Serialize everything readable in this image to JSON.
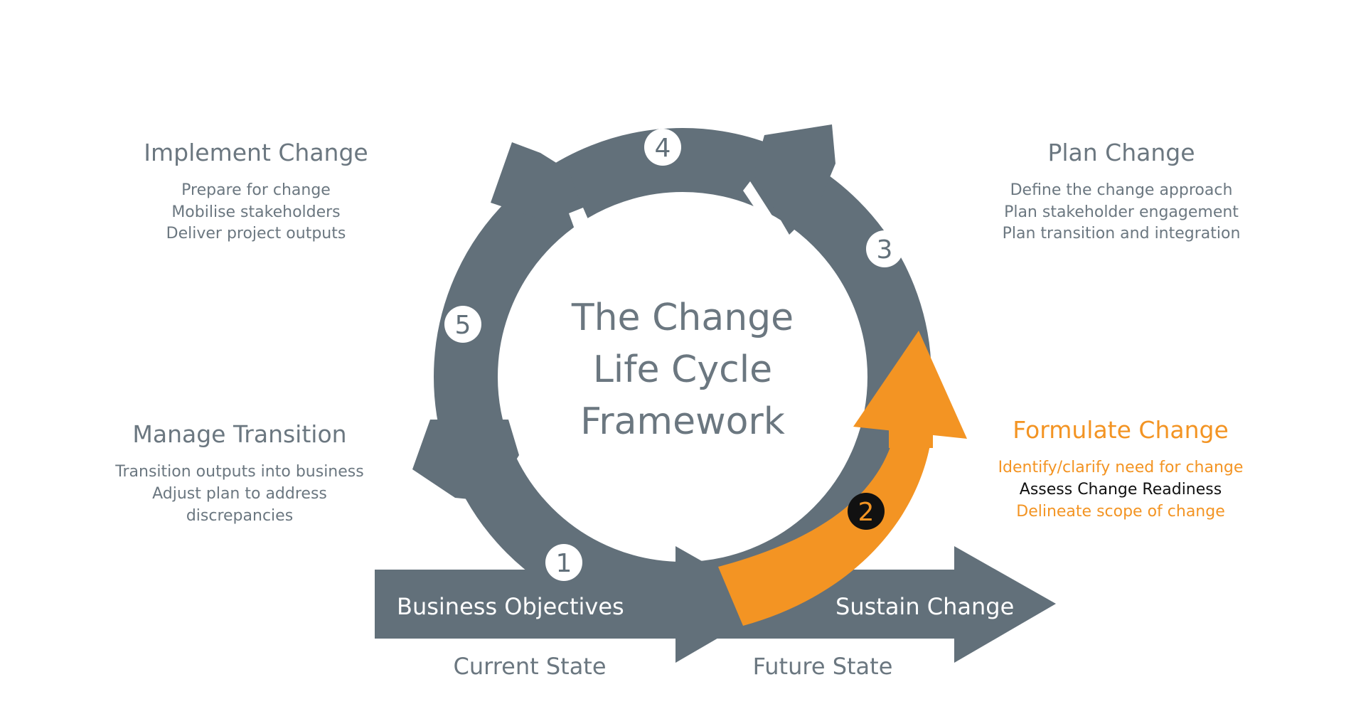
{
  "colors": {
    "gray": "#62707a",
    "text_gray": "#6b7780",
    "orange": "#f39423",
    "black": "#111111",
    "white": "#ffffff"
  },
  "title": {
    "line1": "The Change",
    "line2": "Life Cycle",
    "line3": "Framework"
  },
  "stages": {
    "implement": {
      "number": "4",
      "heading": "Implement Change",
      "lines": [
        "Prepare  for change",
        "Mobilise stakeholders",
        "Deliver project outputs"
      ]
    },
    "plan": {
      "number": "3",
      "heading": "Plan Change",
      "lines": [
        "Define the change approach",
        "Plan stakeholder engagement",
        "Plan transition and integration"
      ]
    },
    "manage": {
      "number": "5",
      "heading": "Manage Transition",
      "lines": [
        "Transition outputs into business",
        "Adjust plan to address",
        "discrepancies"
      ]
    },
    "formulate": {
      "number": "2",
      "heading": "Formulate Change",
      "lines": [
        "Identify/clarify need for change",
        "Assess Change Readiness",
        "Delineate scope of change"
      ]
    },
    "business": {
      "number": "1"
    }
  },
  "bars": {
    "business_objectives": "Business Objectives",
    "sustain_change": "Sustain Change"
  },
  "states": {
    "current": "Current State",
    "future": "Future State"
  },
  "icons": {
    "cycle_arrow": "circular-arrow-icon",
    "step_arrow": "right-arrow-icon"
  }
}
